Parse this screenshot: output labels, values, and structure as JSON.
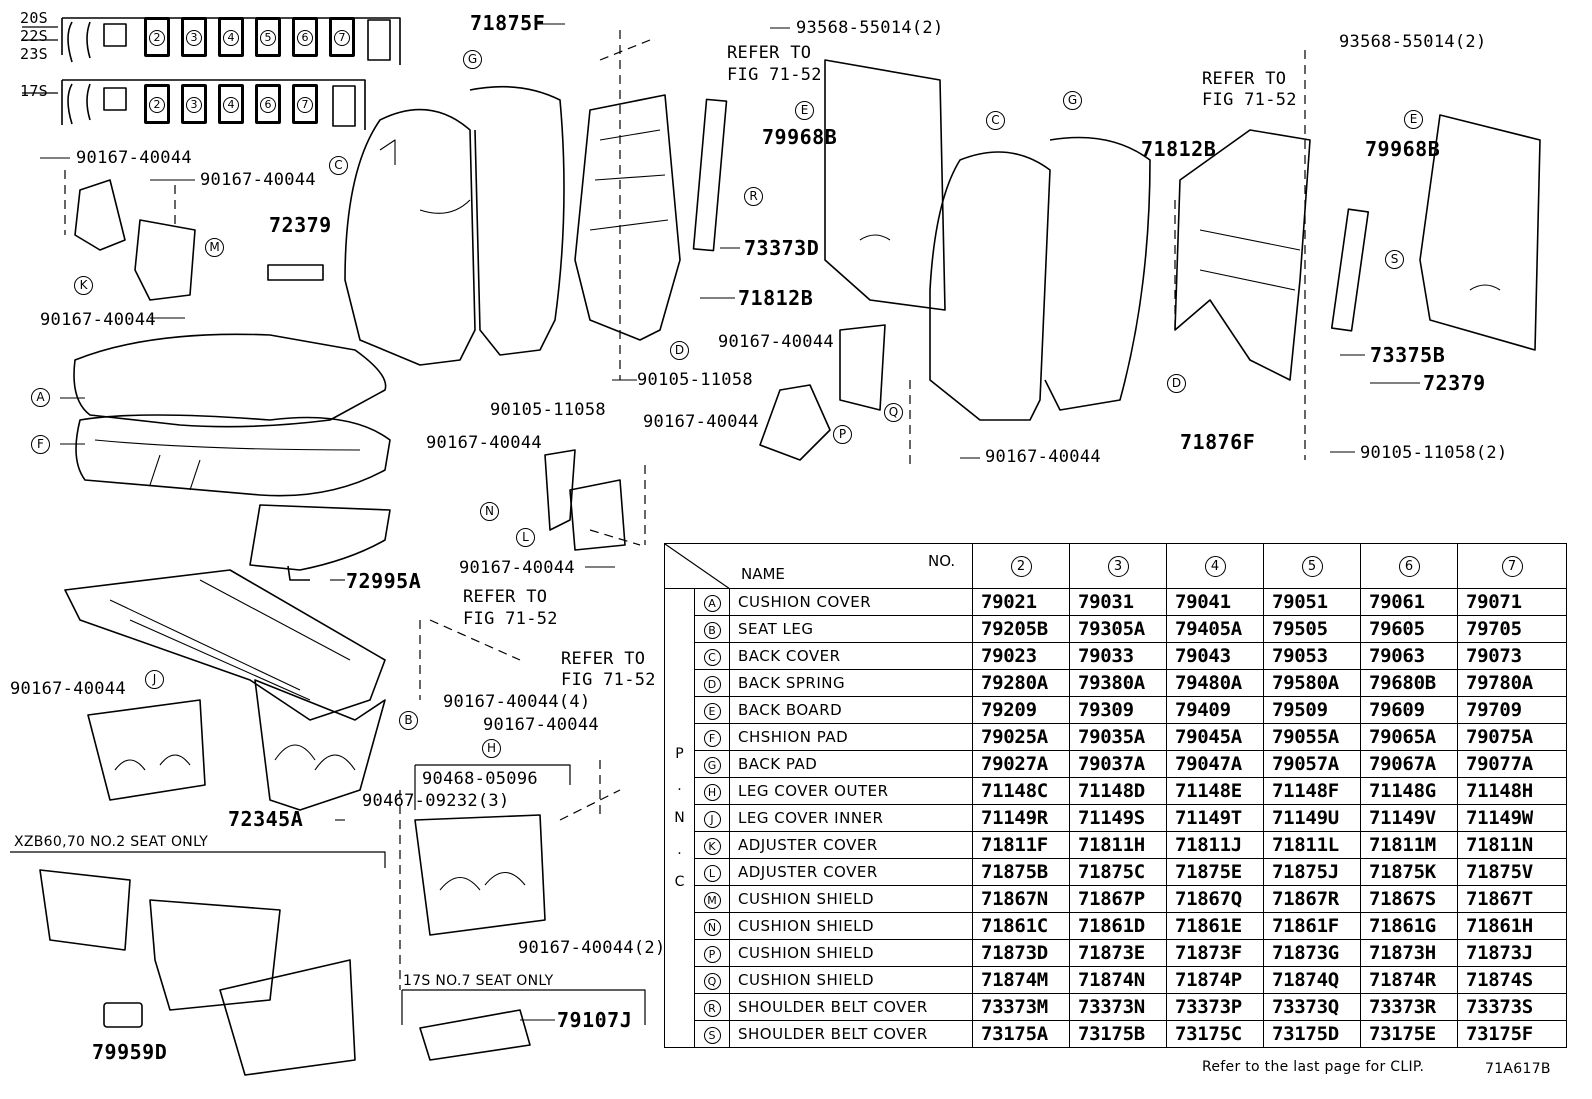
{
  "legend": {
    "rows": [
      {
        "codes": [
          "20S",
          "22S",
          "23S"
        ],
        "seats": [
          "2",
          "3",
          "4",
          "5",
          "6",
          "7"
        ]
      },
      {
        "codes": [
          "17S"
        ],
        "seats": [
          "2",
          "3",
          "4",
          "6",
          "7"
        ]
      }
    ]
  },
  "callouts": [
    "71875F",
    "93568-55014(2)",
    "REFER TO",
    "FIG 71-52",
    "79968B",
    "73373D",
    "71812B",
    "90167-40044",
    "90167-40044",
    "72379",
    "90167-40044",
    "90105-11058",
    "90105-11058",
    "90167-40044",
    "90167-40044",
    "90167-40044",
    "90167-40044",
    "72995A",
    "REFER TO",
    "FIG 71-52",
    "REFER TO",
    "FIG 71-52",
    "90167-40044",
    "90167-40044(4)",
    "90167-40044",
    "90468-05096",
    "90467-09232(3)",
    "72345A",
    "90167-40044(2)",
    "79107J",
    "79959D",
    "93568-55014(2)",
    "REFER TO",
    "FIG 71-52",
    "71812B",
    "79968B",
    "73375B",
    "72379",
    "71876F",
    "90105-11058(2)",
    "90167-40044"
  ],
  "notes": {
    "xzb": "XZB60,70  NO.2 SEAT ONLY",
    "s17": "17S NO.7 SEAT ONLY",
    "clip": "Refer to the last page for CLIP.",
    "fig": "71A617B"
  },
  "letters": [
    "A",
    "B",
    "C",
    "D",
    "E",
    "F",
    "G",
    "H",
    "J",
    "K",
    "L",
    "M",
    "N",
    "P",
    "Q",
    "R",
    "S"
  ],
  "table": {
    "name_header": "NAME",
    "no_header": "NO.",
    "side_label": "P . N . C",
    "columns": [
      "2",
      "3",
      "4",
      "5",
      "6",
      "7"
    ],
    "rows": [
      {
        "key": "A",
        "name": "CUSHION COVER",
        "values": [
          "79021",
          "79031",
          "79041",
          "79051",
          "79061",
          "79071"
        ]
      },
      {
        "key": "B",
        "name": "SEAT  LEG",
        "values": [
          "79205B",
          "79305A",
          "79405A",
          "79505",
          "79605",
          "79705"
        ]
      },
      {
        "key": "C",
        "name": "BACK COVER",
        "values": [
          "79023",
          "79033",
          "79043",
          "79053",
          "79063",
          "79073"
        ]
      },
      {
        "key": "D",
        "name": "BACK SPRING",
        "values": [
          "79280A",
          "79380A",
          "79480A",
          "79580A",
          "79680B",
          "79780A"
        ]
      },
      {
        "key": "E",
        "name": "BACK BOARD",
        "values": [
          "79209",
          "79309",
          "79409",
          "79509",
          "79609",
          "79709"
        ]
      },
      {
        "key": "F",
        "name": "CHSHION PAD",
        "values": [
          "79025A",
          "79035A",
          "79045A",
          "79055A",
          "79065A",
          "79075A"
        ]
      },
      {
        "key": "G",
        "name": "BACK PAD",
        "values": [
          "79027A",
          "79037A",
          "79047A",
          "79057A",
          "79067A",
          "79077A"
        ]
      },
      {
        "key": "H",
        "name": "LEG COVER OUTER",
        "values": [
          "71148C",
          "71148D",
          "71148E",
          "71148F",
          "71148G",
          "71148H"
        ]
      },
      {
        "key": "J",
        "name": "LEG COVER INNER",
        "values": [
          "71149R",
          "71149S",
          "71149T",
          "71149U",
          "71149V",
          "71149W"
        ]
      },
      {
        "key": "K",
        "name": "ADJUSTER COVER",
        "values": [
          "71811F",
          "71811H",
          "71811J",
          "71811L",
          "71811M",
          "71811N"
        ]
      },
      {
        "key": "L",
        "name": "ADJUSTER COVER",
        "values": [
          "71875B",
          "71875C",
          "71875E",
          "71875J",
          "71875K",
          "71875V"
        ]
      },
      {
        "key": "M",
        "name": "CUSHION SHIELD",
        "values": [
          "71867N",
          "71867P",
          "71867Q",
          "71867R",
          "71867S",
          "71867T"
        ]
      },
      {
        "key": "N",
        "name": "CUSHION SHIELD",
        "values": [
          "71861C",
          "71861D",
          "71861E",
          "71861F",
          "71861G",
          "71861H"
        ]
      },
      {
        "key": "P",
        "name": "CUSHION SHIELD",
        "values": [
          "71873D",
          "71873E",
          "71873F",
          "71873G",
          "71873H",
          "71873J"
        ]
      },
      {
        "key": "Q",
        "name": "CUSHION SHIELD",
        "values": [
          "71874M",
          "71874N",
          "71874P",
          "71874Q",
          "71874R",
          "71874S"
        ]
      },
      {
        "key": "R",
        "name": "SHOULDER BELT COVER",
        "values": [
          "73373M",
          "73373N",
          "73373P",
          "73373Q",
          "73373R",
          "73373S"
        ]
      },
      {
        "key": "S",
        "name": "SHOULDER BELT COVER",
        "values": [
          "73175A",
          "73175B",
          "73175C",
          "73175D",
          "73175E",
          "73175F"
        ]
      }
    ]
  }
}
